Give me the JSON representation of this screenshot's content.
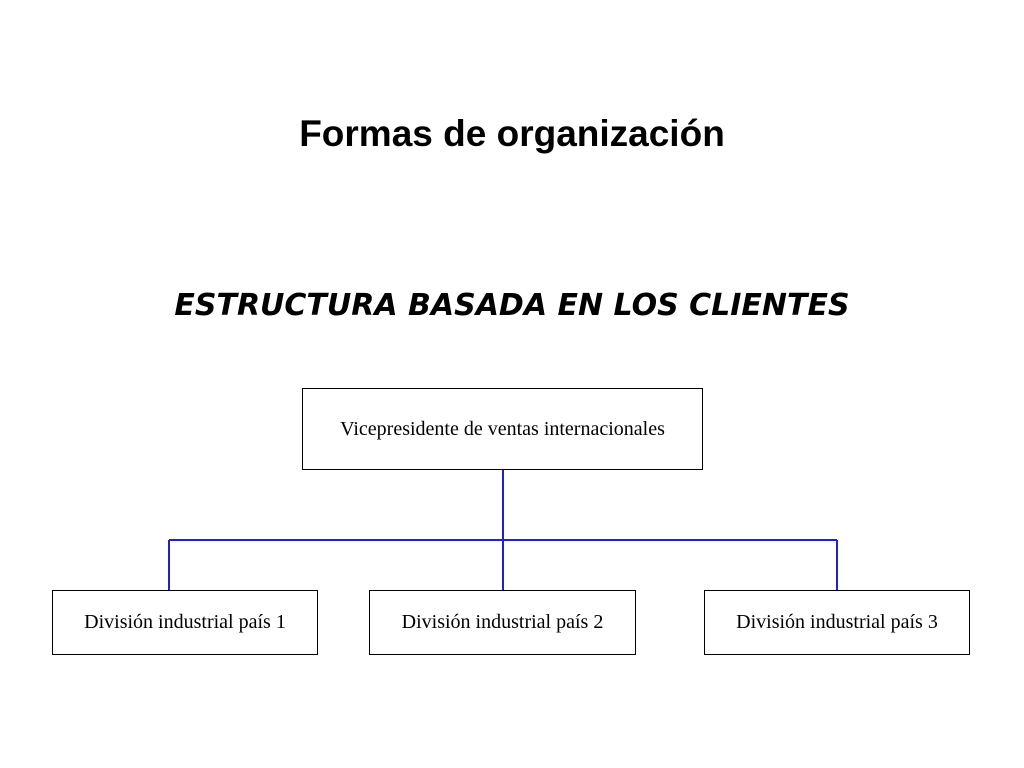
{
  "title": "Formas de organización",
  "subtitle": "ESTRUCTURA BASADA EN LOS CLIENTES",
  "diagram": {
    "top": {
      "label": "Vicepresidente de ventas internacionales"
    },
    "children": [
      {
        "label": "División industrial país 1"
      },
      {
        "label": "División industrial país 2"
      },
      {
        "label": "División industrial país 3"
      }
    ],
    "connector_color": "#2222cc"
  }
}
